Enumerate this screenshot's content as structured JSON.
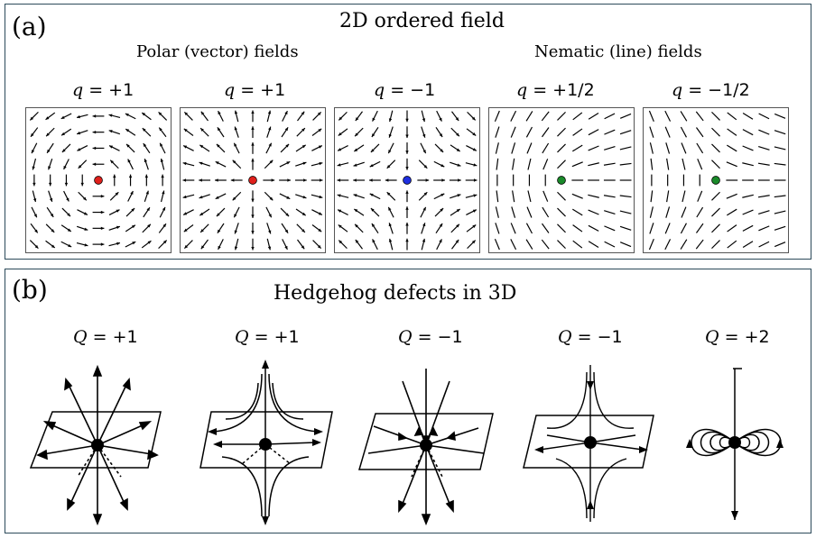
{
  "panel_a": {
    "letter": "(a)",
    "title": "2D ordered field",
    "polar_heading": "Polar (vector) fields",
    "nematic_heading": "Nematic (line) fields",
    "fields": [
      {
        "sym": "q",
        "val": "= +1",
        "kind": "vortex",
        "color": "#e0201c"
      },
      {
        "sym": "q",
        "val": "= +1",
        "kind": "source",
        "color": "#e0201c"
      },
      {
        "sym": "q",
        "val": "= −1",
        "kind": "saddle",
        "color": "#1f2fe0"
      },
      {
        "sym": "q",
        "val": "= +1/2",
        "kind": "half_plus",
        "color": "#1a8a2a"
      },
      {
        "sym": "q",
        "val": "= −1/2",
        "kind": "half_minus",
        "color": "#1a8a2a"
      }
    ]
  },
  "panel_b": {
    "letter": "(b)",
    "title": "Hedgehog defects in 3D",
    "defects": [
      {
        "sym": "Q",
        "val": "= +1"
      },
      {
        "sym": "Q",
        "val": "= +1"
      },
      {
        "sym": "Q",
        "val": "= −1"
      },
      {
        "sym": "Q",
        "val": "= −1"
      },
      {
        "sym": "Q",
        "val": "= +2"
      }
    ]
  }
}
